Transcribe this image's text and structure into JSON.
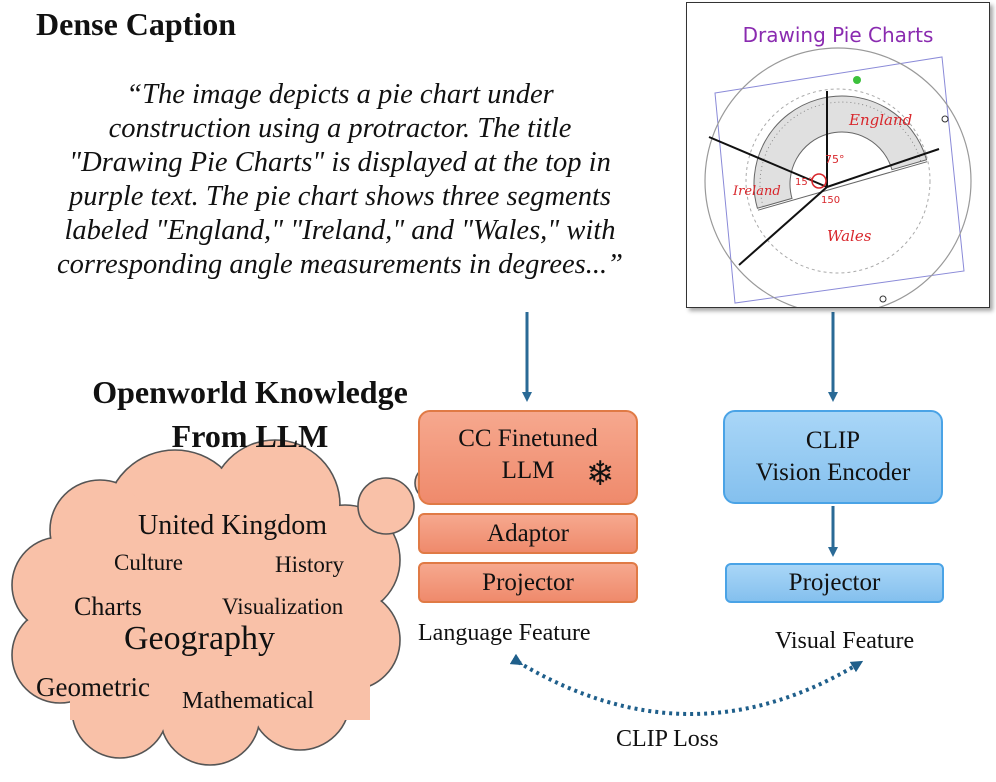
{
  "dense_caption": {
    "title": "Dense Caption",
    "lines": [
      "“The image depicts a pie chart under",
      "construction using a protractor. The title",
      "\"Drawing Pie Charts\" is displayed at the top in",
      "purple text. The pie chart shows three segments",
      "labeled \"England,\" \"Ireland,\" and \"Wales,\" with",
      "corresponding angle measurements in degrees...”"
    ]
  },
  "openworld": {
    "title_line1": "Openworld Knowledge",
    "title_line2": "From LLM",
    "keywords": {
      "united_kingdom": "United Kingdom",
      "culture": "Culture",
      "history": "History",
      "charts": "Charts",
      "visualization": "Visualization",
      "geography": "Geography",
      "geometric": "Geometric",
      "mathematical": "Mathematical"
    }
  },
  "language_branch": {
    "llm_line1": "CC Finetuned",
    "llm_line2": "LLM",
    "adaptor": "Adaptor",
    "projector": "Projector",
    "feature_label": "Language Feature"
  },
  "vision_branch": {
    "encoder_line1": "CLIP",
    "encoder_line2": "Vision Encoder",
    "projector": "Projector",
    "feature_label": "Visual Feature"
  },
  "loss_label": "CLIP Loss",
  "image_panel": {
    "title": "Drawing Pie Charts",
    "label_england": "England",
    "label_ireland": "Ireland",
    "label_wales": "Wales",
    "angle_75": "75°",
    "angle_15": "15°",
    "angle_150": "150"
  },
  "colors": {
    "arrow": "#2a6a96",
    "loss_arrow": "#1f5f8b",
    "orange_border": "#e07a45",
    "blue_border": "#4aa3e6",
    "cloud_fill": "#f9c1a8",
    "cloud_stroke": "#555555",
    "pie_title": "#8a2bb0",
    "annotation_red": "#d8262b"
  },
  "icons": {
    "frozen": "snowflake-icon"
  }
}
